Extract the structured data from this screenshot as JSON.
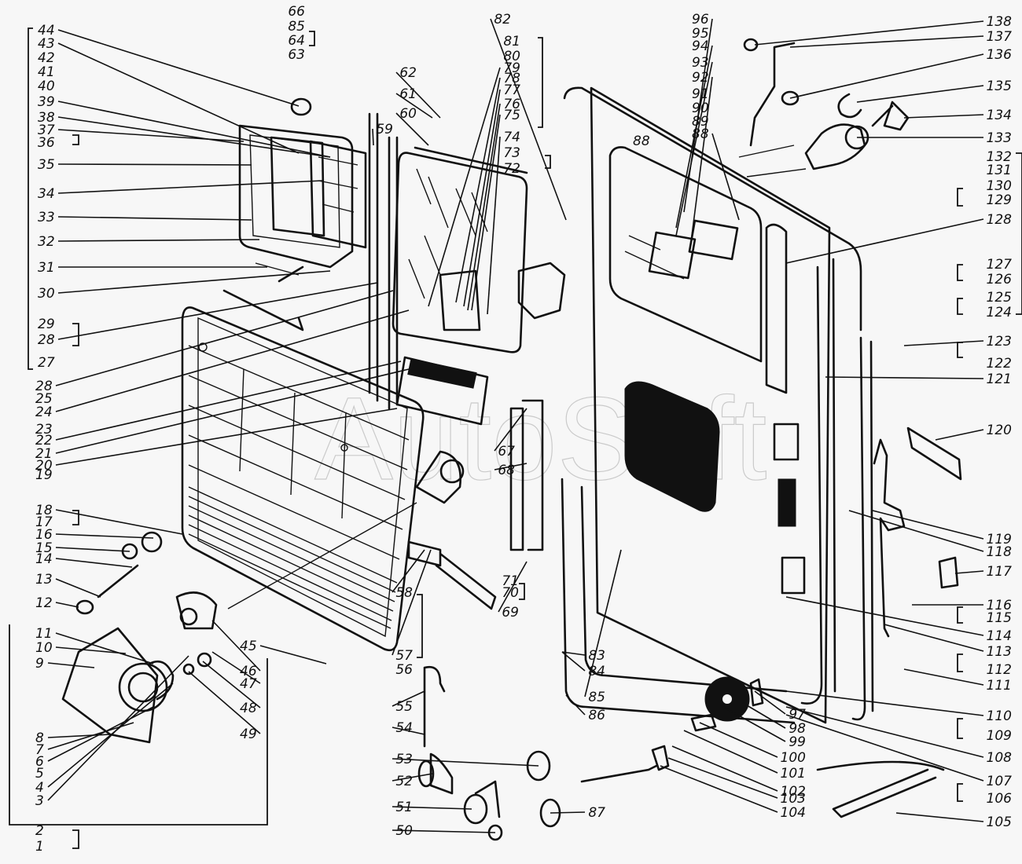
{
  "diagram": {
    "title": "Door assembly exploded view",
    "watermark": "AutoSoft",
    "colors": {
      "background": "#f7f7f7",
      "ink": "#111111",
      "watermark": "#bbbbbb"
    },
    "callouts": [
      "1",
      "2",
      "3",
      "4",
      "5",
      "6",
      "7",
      "8",
      "9",
      "10",
      "11",
      "12",
      "13",
      "14",
      "15",
      "16",
      "17",
      "18",
      "19",
      "20",
      "21",
      "22",
      "23",
      "24",
      "25",
      "28",
      "27",
      "28",
      "29",
      "30",
      "31",
      "32",
      "33",
      "34",
      "35",
      "36",
      "37",
      "38",
      "39",
      "40",
      "41",
      "42",
      "43",
      "44",
      "45",
      "46",
      "47",
      "48",
      "49",
      "50",
      "51",
      "52",
      "53",
      "54",
      "55",
      "56",
      "57",
      "58",
      "59",
      "60",
      "61",
      "62",
      "63",
      "64",
      "85",
      "66",
      "67",
      "68",
      "69",
      "70",
      "71",
      "72",
      "73",
      "74",
      "75",
      "76",
      "77",
      "78",
      "79",
      "80",
      "81",
      "82",
      "83",
      "84",
      "85",
      "86",
      "87",
      "88",
      "89",
      "90",
      "91",
      "92",
      "93",
      "94",
      "95",
      "96",
      "97",
      "98",
      "99",
      "100",
      "101",
      "102",
      "103",
      "104",
      "105",
      "106",
      "107",
      "108",
      "109",
      "110",
      "111",
      "112",
      "113",
      "114",
      "115",
      "116",
      "117",
      "118",
      "119",
      "120",
      "121",
      "122",
      "123",
      "124",
      "125",
      "126",
      "127",
      "128",
      "129",
      "130",
      "131",
      "132",
      "133",
      "134",
      "135",
      "136",
      "137",
      "138"
    ]
  }
}
